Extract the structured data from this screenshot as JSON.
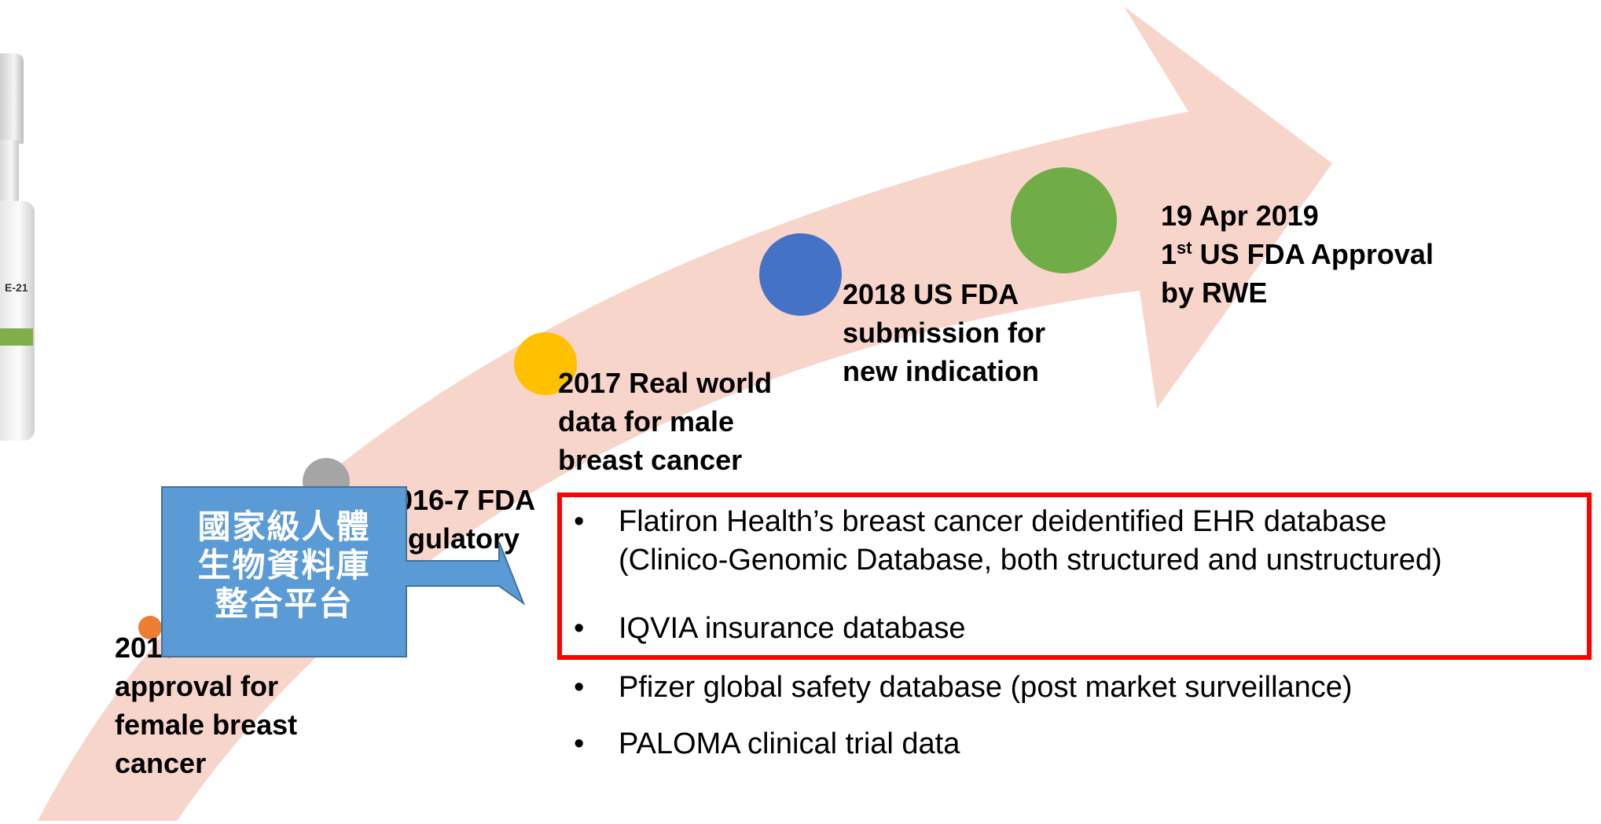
{
  "timeline": {
    "milestones": [
      {
        "id": "2015",
        "lines": [
          "2015",
          "approval for",
          "female breast",
          "cancer"
        ]
      },
      {
        "id": "2016",
        "lines": [
          "2016-7 FDA",
          "regulatory"
        ]
      },
      {
        "id": "2017",
        "lines": [
          "2017 Real world",
          "data for male",
          "breast cancer"
        ]
      },
      {
        "id": "2018",
        "lines": [
          "2018 US FDA",
          "submission for",
          "new indication"
        ]
      },
      {
        "id": "2019",
        "lines": [
          "19 Apr 2019",
          "1",
          "st",
          " US FDA Approval",
          "by RWE"
        ]
      }
    ]
  },
  "callout": {
    "lines": [
      "國家級人體",
      "生物資料庫",
      "整合平台"
    ]
  },
  "sources": [
    {
      "bullet": "•",
      "lines": [
        "Flatiron Health’s breast cancer deidentified EHR database",
        "(Clinico-Genomic Database, both structured and unstructured)"
      ]
    },
    {
      "bullet": "•",
      "lines": [
        "IQVIA insurance database"
      ]
    },
    {
      "bullet": "•",
      "lines": [
        "Pfizer global safety database (post market surveillance)"
      ]
    },
    {
      "bullet": "•",
      "lines": [
        "PALOMA clinical trial data"
      ]
    }
  ],
  "bottle": {
    "label": "E-21"
  },
  "colors": {
    "arrow": "#f8d5cb",
    "callout": "#5b9bd5",
    "highlight": "#ff0000",
    "dot_gray": "#a5a5a5",
    "dot_orange": "#ed7d31",
    "dot_yellow": "#ffc000",
    "dot_blue": "#4472c4",
    "dot_green": "#70ad47"
  }
}
